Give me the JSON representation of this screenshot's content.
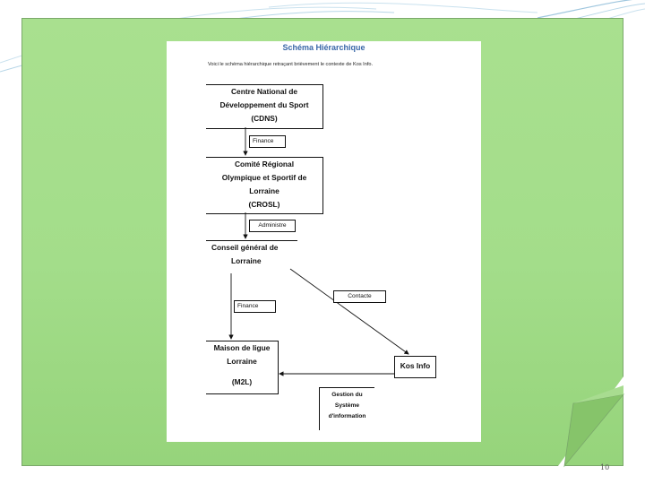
{
  "slide": {
    "page_number": "10",
    "colors": {
      "panel": "#a3dd8a",
      "title": "#3a67a8",
      "deco_line": "#9fc6de"
    }
  },
  "document": {
    "title": "Schéma Hiérarchique",
    "intro": "Voici le schéma hiérarchique retraçant brièvement le contexte de Kos Info.",
    "nodes": {
      "cdns": [
        "Centre National de",
        "Développement du Sport",
        "(CDNS)"
      ],
      "crosl": [
        "Comité Régional",
        "Olympique et Sportif de",
        "Lorraine",
        "(CROSL)"
      ],
      "conseil": [
        "Conseil général de",
        "Lorraine"
      ],
      "m2l": [
        "Maison de ligue",
        "Lorraine",
        "(M2L)"
      ],
      "kos": "Kos Info",
      "gsi": [
        "Gestion du",
        "Système",
        "d'information"
      ]
    },
    "edge_labels": {
      "finance_1": "Finance",
      "administre": "Administre",
      "contacte": "Contacte",
      "finance_2": "Finance"
    }
  }
}
